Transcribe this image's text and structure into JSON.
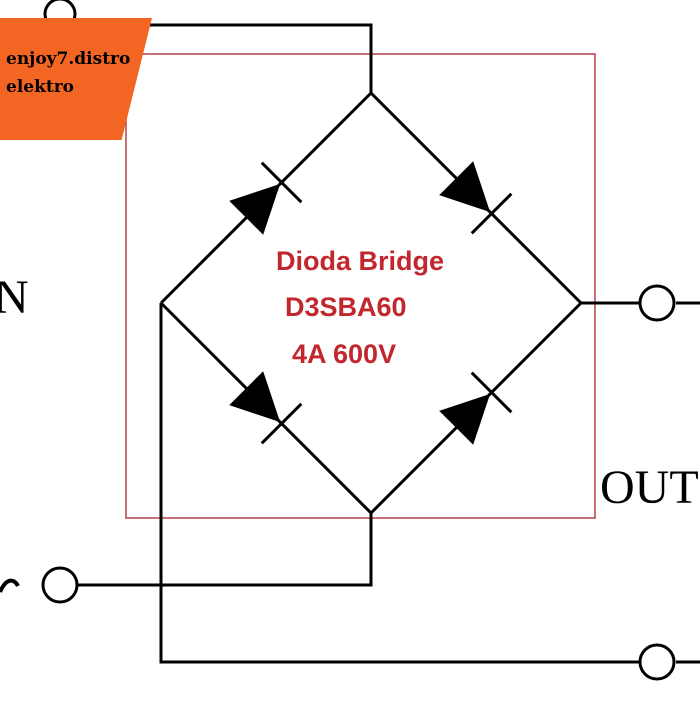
{
  "badge": {
    "line1": "enjoy7.distro",
    "line2": "elektro"
  },
  "labels": {
    "title": "Dioda Bridge",
    "part": "D3SBA60",
    "rating": "4A 600V"
  },
  "terminals": {
    "input_left": "N",
    "output": "OUT"
  },
  "colors": {
    "wire": "#000000",
    "box": "#b5404a",
    "label": "#c1272d",
    "badge": "#f26522"
  }
}
